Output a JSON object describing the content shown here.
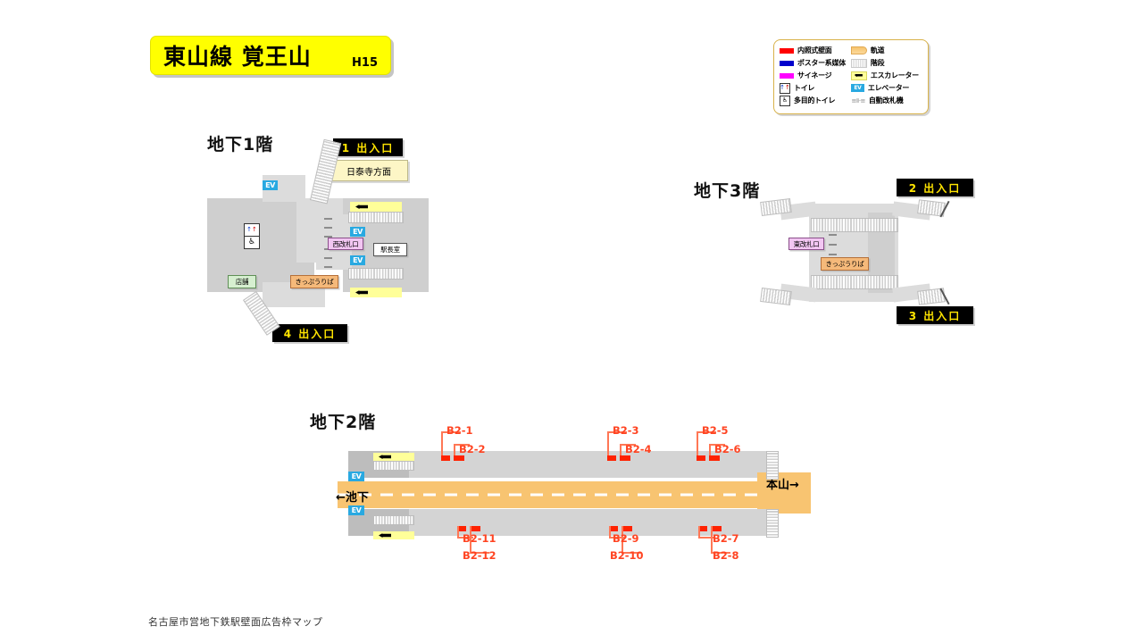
{
  "title": {
    "line_station": "東山線  覚王山",
    "station_code": "H15"
  },
  "legend": {
    "left_items": [
      {
        "icon": "red-swatch-icon",
        "label": "内照式壁面",
        "color": "#ff0000"
      },
      {
        "icon": "blue-swatch-icon",
        "label": "ポスター系媒体",
        "color": "#0000cc"
      },
      {
        "icon": "magenta-swatch-icon",
        "label": "サイネージ",
        "color": "#ff00ff"
      },
      {
        "icon": "toilet-icon",
        "label": "トイレ"
      },
      {
        "icon": "accessible-toilet-icon",
        "label": "多目的トイレ"
      }
    ],
    "right_items": [
      {
        "icon": "track-swatch-icon",
        "label": "軌道",
        "color": "#f8c471"
      },
      {
        "icon": "stairs-swatch-icon",
        "label": "階段"
      },
      {
        "icon": "escalator-icon",
        "label": "エスカレーター"
      },
      {
        "icon": "elevator-icon",
        "label": "エレベーター",
        "badge": "EV"
      },
      {
        "icon": "ticket-gate-icon",
        "label": "自動改札機",
        "glyph": "≡⊪≡"
      }
    ]
  },
  "floors": {
    "b1": {
      "title": "地下1階",
      "exits": [
        {
          "number": "1",
          "label": "1  出入口",
          "sub": "日泰寺方面"
        },
        {
          "number": "4",
          "label": "4  出入口"
        }
      ],
      "tags": [
        {
          "name": "west-gate",
          "text": "西改札口"
        },
        {
          "name": "station-office",
          "text": "駅長室"
        },
        {
          "name": "ticket-counter",
          "text": "きっぷうりば"
        },
        {
          "name": "shop",
          "text": "店舗"
        }
      ],
      "elevators": [
        "EV",
        "EV",
        "EV"
      ]
    },
    "b3": {
      "title": "地下3階",
      "exits": [
        {
          "number": "2",
          "label": "2  出入口"
        },
        {
          "number": "3",
          "label": "3  出入口"
        }
      ],
      "tags": [
        {
          "name": "east-gate",
          "text": "東改札口"
        },
        {
          "name": "ticket-counter",
          "text": "きっぷうりば"
        }
      ]
    },
    "b2": {
      "title": "地下2階",
      "direction_left": "←池下",
      "direction_right": "本山→",
      "elevators": [
        "EV",
        "EV"
      ],
      "ad_frames_top": [
        {
          "id": "B2-1"
        },
        {
          "id": "B2-2"
        },
        {
          "id": "B2-3"
        },
        {
          "id": "B2-4"
        },
        {
          "id": "B2-5"
        },
        {
          "id": "B2-6"
        }
      ],
      "ad_frames_bottom": [
        {
          "id": "B2-11"
        },
        {
          "id": "B2-12"
        },
        {
          "id": "B2-9"
        },
        {
          "id": "B2-10"
        },
        {
          "id": "B2-7"
        },
        {
          "id": "B2-8"
        }
      ]
    }
  },
  "footer": {
    "note": "名古屋市営地下鉄駅壁面広告枠マップ"
  }
}
